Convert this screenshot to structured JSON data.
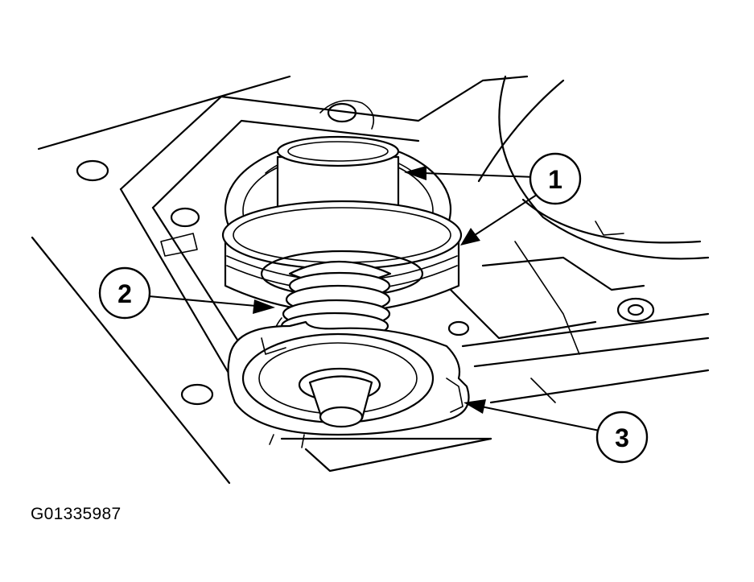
{
  "figure": {
    "id": "G01335987"
  },
  "callouts": [
    {
      "number": "1"
    },
    {
      "number": "2"
    },
    {
      "number": "3"
    }
  ],
  "colors": {
    "line": "#000000",
    "background": "#ffffff"
  }
}
